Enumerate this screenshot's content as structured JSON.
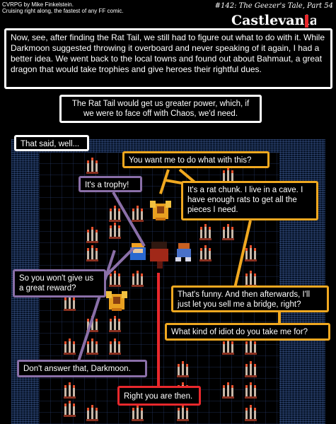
{
  "header": {
    "credit_line1": "CVRPG by Mike Finkelstein.",
    "credit_line2": "Cruising right along, the fastest of any FF comic.",
    "episode_title": "#142: The Geezer's Tale, Part 54",
    "logo_text": "Castlevania"
  },
  "captions": {
    "narration1": "Now, see, after finding the Rat Tail, we still had to figure out what to do with it. While Darkmoon suggested throwing it overboard and never speaking of it again, I had a better idea. We went back to the local towns and found out about Bahmaut, a great dragon that would take trophies and give heroes their rightful dues.",
    "narration2": "The Rat Tail would get us greater power, which, if we were to face off with Chaos, we'd need.",
    "narration3": "That said, well..."
  },
  "dialogue": {
    "dragon1": "You want me to do what with this?",
    "hero1": "It's a trophy!",
    "dragon2": "It's a rat chunk. I live in a cave. I have enough rats to get all the pieces I need.",
    "hero2": "So you won't give us a great reward?",
    "dragon3": "That's funny. And then afterwards, I'll just let you sell me a bridge, right?",
    "dragon4": "What kind of idiot do you take me for?",
    "hero3": "Don't answer that, Darkmoon.",
    "darkmoon1": "Right you are then."
  },
  "colors": {
    "narration_border": "#ffffff",
    "hero_border": "#8a6fa8",
    "dragon_border": "#f0a820",
    "darkmoon_border": "#e8282c",
    "wall": "#07142a"
  }
}
